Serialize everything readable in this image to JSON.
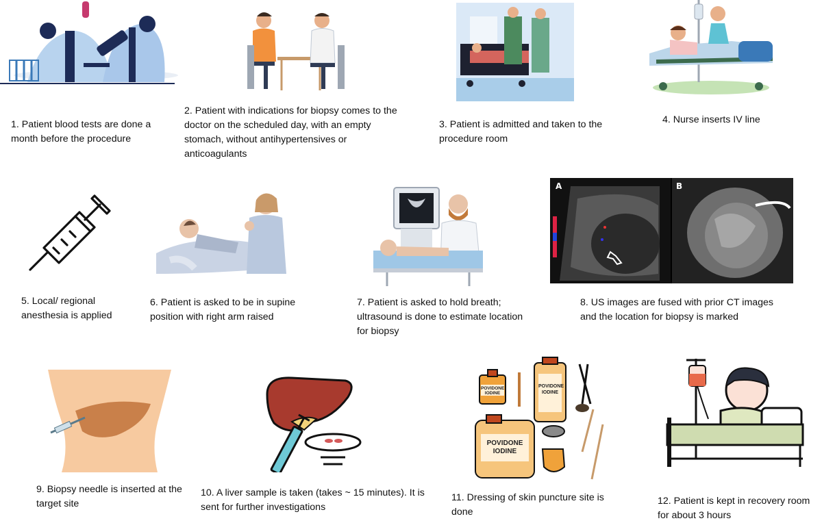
{
  "steps": [
    {
      "caption": "1. Patient blood tests are done a month before the procedure"
    },
    {
      "caption": "2. Patient with indications for biopsy comes to the doctor on the scheduled day, with an empty stomach, without antihypertensives or anticoagulants"
    },
    {
      "caption": "3. Patient is admitted and taken to the procedure room"
    },
    {
      "caption": "4. Nurse inserts IV line"
    },
    {
      "caption": "5. Local/ regional anesthesia is applied"
    },
    {
      "caption": "6. Patient is asked to be in supine position with right arm raised"
    },
    {
      "caption": "7. Patient is asked to hold breath; ultrasound is done to estimate location for biopsy"
    },
    {
      "caption": "8. US images are fused with prior CT images and the location for biopsy is marked"
    },
    {
      "caption": "9. Biopsy needle is inserted at the target site"
    },
    {
      "caption": "10. A liver sample is taken (takes ~ 15 minutes). It is sent for further investigations"
    },
    {
      "caption": "11. Dressing of skin puncture site is done"
    },
    {
      "caption": "12. Patient is kept in recovery room for about 3 hours"
    }
  ],
  "us_panel": {
    "label_a": "A",
    "label_b": "B"
  },
  "bottle_labels": {
    "small": "POVIDONE IODINE",
    "tall": "POVIDONE IODINE",
    "big": "POVIDONE IODINE"
  },
  "colors": {
    "accent_blue": "#4a90c8",
    "coat_blue": "#3a79b8",
    "liver_red": "#a83a2e",
    "bottle_orange": "#f0a23a"
  }
}
